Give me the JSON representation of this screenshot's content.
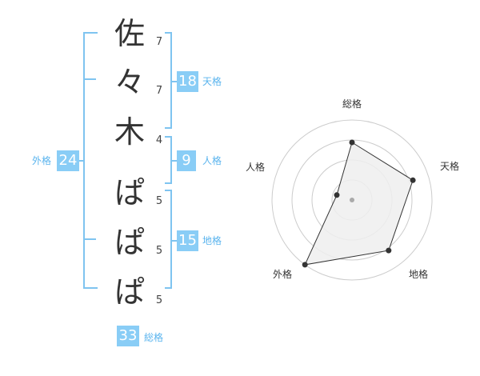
{
  "name": {
    "chars": [
      {
        "char": "佐",
        "strokes": "7"
      },
      {
        "char": "々",
        "strokes": "7"
      },
      {
        "char": "木",
        "strokes": "4"
      },
      {
        "char": "ぱ",
        "strokes": "5"
      },
      {
        "char": "ぱ",
        "strokes": "5"
      },
      {
        "char": "ぱ",
        "strokes": "5"
      }
    ]
  },
  "kakusu": {
    "tenkaku": {
      "value": "18",
      "label": "天格"
    },
    "jinkaku": {
      "value": "9",
      "label": "人格"
    },
    "chikaku": {
      "value": "15",
      "label": "地格"
    },
    "gaikaku": {
      "value": "24",
      "label": "外格"
    },
    "soukaku": {
      "value": "33",
      "label": "総格"
    }
  },
  "radar": {
    "axes": [
      "総格",
      "天格",
      "地格",
      "外格",
      "人格"
    ],
    "values": [
      0.72,
      0.8,
      0.78,
      1.0,
      0.2
    ],
    "rings": 4,
    "colors": {
      "ring": "#cccccc",
      "fill": "#eeeeee",
      "line": "#333333",
      "point": "#333333",
      "center": "#aaaaaa"
    }
  },
  "colors": {
    "accent": "#89cdf6",
    "accent_text": "#5ab4ee",
    "bracket": "#7fc4f0"
  }
}
